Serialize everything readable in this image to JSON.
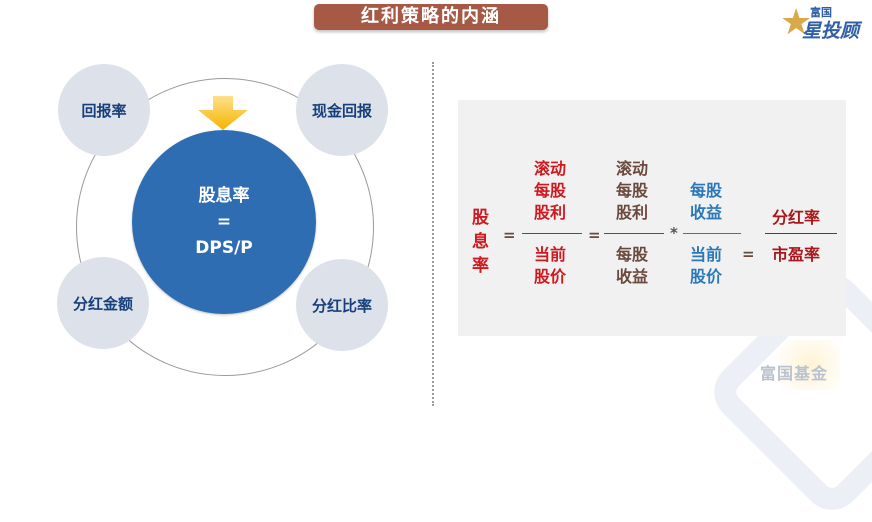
{
  "header": {
    "title": "红利策略的内涵",
    "logo": {
      "top_text": "富国",
      "main_text": "星投顾",
      "star_glyph": "★"
    }
  },
  "diagram": {
    "core": {
      "line1": "股息率",
      "line2": "=",
      "line3": "DPS/P",
      "color": "#2f6db3"
    },
    "arrow_color": "#f4b400",
    "nodes": [
      {
        "label": "回报率",
        "position": "top-left"
      },
      {
        "label": "现金回报",
        "position": "top-right"
      },
      {
        "label": "分红金额",
        "position": "bottom-left"
      },
      {
        "label": "分红比率",
        "position": "bottom-right"
      }
    ],
    "node_color": "#dde2ea",
    "node_text_color": "#173f7a"
  },
  "formula": {
    "lhs": [
      "股",
      "息",
      "率"
    ],
    "eq1": "=",
    "frac1": {
      "num": [
        "滚动",
        "每股",
        "股利"
      ],
      "den": [
        "当前",
        "股价"
      ]
    },
    "eq2": "=",
    "frac2": {
      "num": [
        "滚动",
        "每股",
        "股利"
      ],
      "den": [
        "每股",
        "收益"
      ]
    },
    "times": "*",
    "frac3": {
      "num": [
        "每股",
        "收益"
      ],
      "den": [
        "当前",
        "股价"
      ]
    },
    "eq3": "=",
    "frac4": {
      "num": [
        "分红率"
      ],
      "den": [
        "市盈率"
      ]
    },
    "colors": {
      "red": "#d0191f",
      "brown": "#6b4a3e",
      "blue": "#2b78b8",
      "dark_red": "#a8181c"
    }
  },
  "watermark": {
    "text": "富国基金"
  }
}
